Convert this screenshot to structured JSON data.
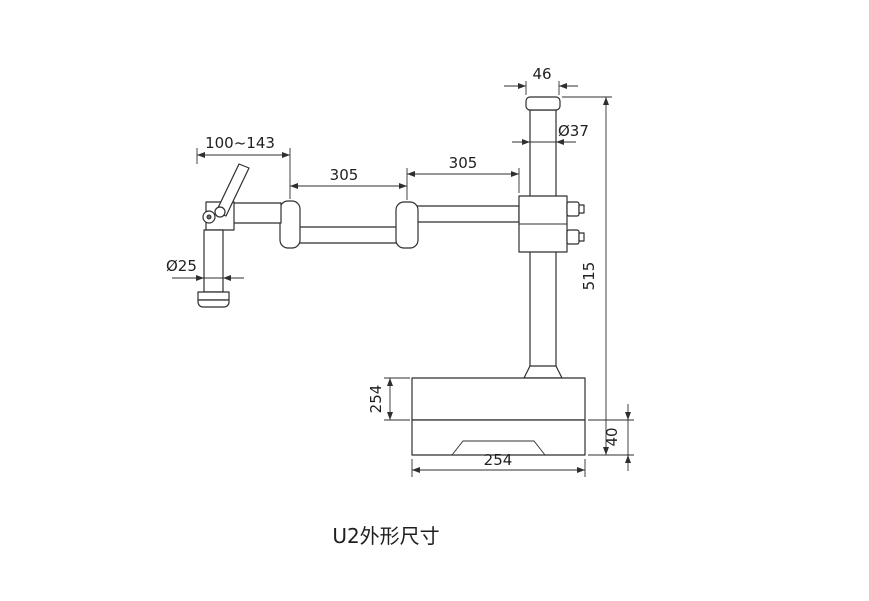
{
  "drawing": {
    "caption": "U2外形尺寸",
    "dimensions": {
      "top_cap_width": "46",
      "column_diameter": "Ø37",
      "column_height": "515",
      "arm_segment_right": "305",
      "arm_segment_left": "305",
      "head_adjust_range": "100~143",
      "post_diameter": "Ø25",
      "base_depth": "254",
      "base_plate_height": "40",
      "base_width": "254"
    }
  }
}
